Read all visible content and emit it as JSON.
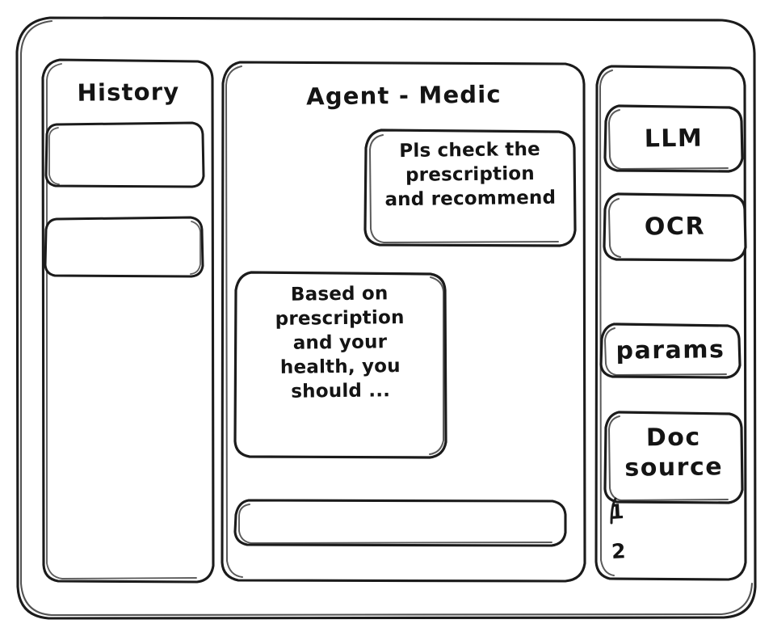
{
  "window": {
    "name": "agent-medic-wireframe",
    "style": "hand-drawn-wireframe",
    "stroke_color": "#1b1b1b",
    "background_color": "#ffffff"
  },
  "sidebar_left": {
    "title": "History",
    "items": [
      {
        "label": "",
        "name": "history-item-1"
      },
      {
        "label": "",
        "name": "history-item-2"
      }
    ]
  },
  "main": {
    "title": "Agent - Medic",
    "messages": [
      {
        "role": "user",
        "text": "Pls check the\nprescription\nand recommend"
      },
      {
        "role": "agent",
        "text": "Based on\nprescription\nand your\nhealth, you\nshould ..."
      }
    ],
    "composer": {
      "value": "",
      "placeholder": ""
    }
  },
  "sidebar_right": {
    "tools": [
      {
        "label": "LLM"
      },
      {
        "label": "OCR"
      }
    ],
    "params": {
      "label": "params"
    },
    "doc_source": {
      "label": "Doc\nsource",
      "entries": [
        "1",
        "2"
      ]
    }
  }
}
